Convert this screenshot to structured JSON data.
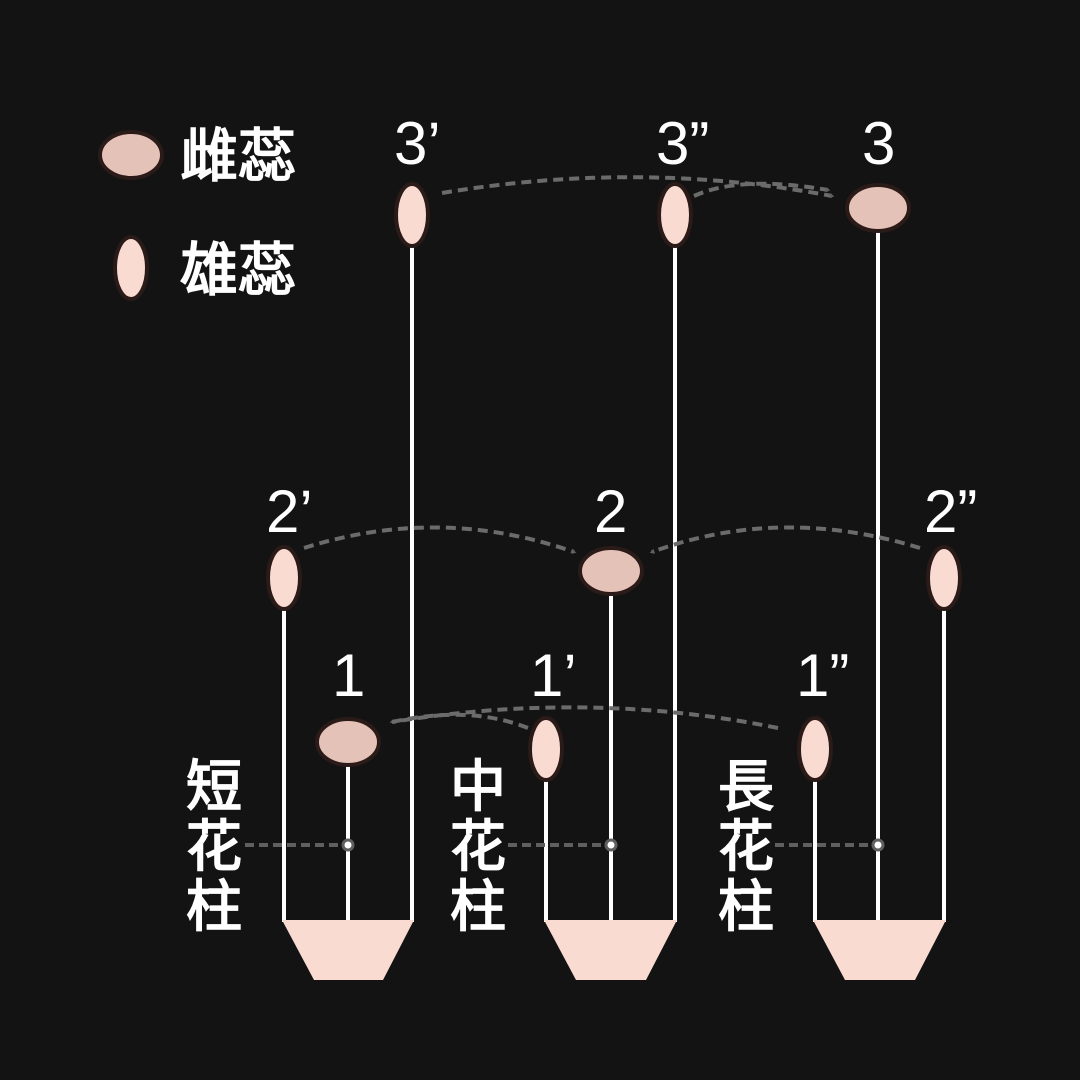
{
  "legend": {
    "pistil_label": "雌蕊",
    "stamen_label": "雄蕊"
  },
  "colors": {
    "background": "#131313",
    "pistil_fill": "#e4c2b8",
    "stamen_fill": "#f9dbd1",
    "outline": "#2a1a18",
    "stem": "#ffffff",
    "base": "#f9dbd1",
    "arrow": "#6b6b6b",
    "text": "#ffffff"
  },
  "flowers": [
    {
      "type_label": [
        "短",
        "花",
        "柱"
      ],
      "name": "短花柱",
      "pistil": {
        "label": "1",
        "level": 1
      },
      "stamens": [
        {
          "label": "2’",
          "level": 2
        },
        {
          "label": "3’",
          "level": 3
        }
      ]
    },
    {
      "type_label": [
        "中",
        "花",
        "柱"
      ],
      "name": "中花柱",
      "pistil": {
        "label": "2",
        "level": 2
      },
      "stamens": [
        {
          "label": "1’",
          "level": 1
        },
        {
          "label": "3”",
          "level": 3
        }
      ]
    },
    {
      "type_label": [
        "長",
        "花",
        "柱"
      ],
      "name": "長花柱",
      "pistil": {
        "label": "3",
        "level": 3
      },
      "stamens": [
        {
          "label": "1”",
          "level": 1
        },
        {
          "label": "2”",
          "level": 2
        }
      ]
    }
  ],
  "pollination_arrows": [
    {
      "from": "3’",
      "to": "3"
    },
    {
      "from": "3”",
      "to": "3"
    },
    {
      "from": "2’",
      "to": "2"
    },
    {
      "from": "2”",
      "to": "2"
    },
    {
      "from": "1’",
      "to": "1"
    },
    {
      "from": "1”",
      "to": "1"
    }
  ]
}
